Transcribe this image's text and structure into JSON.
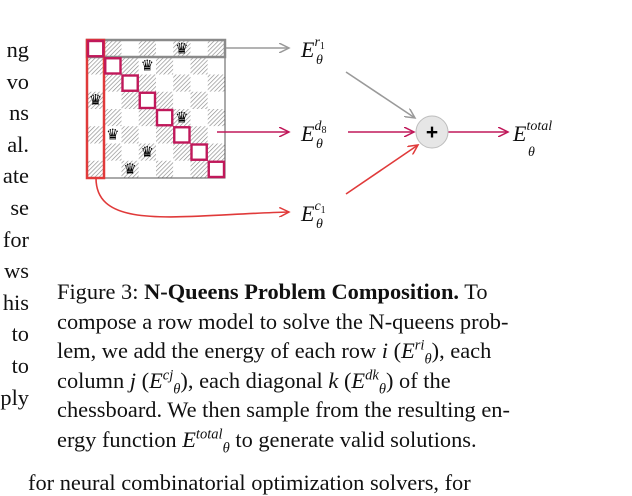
{
  "left_column": [
    "ng",
    "vo",
    "ns",
    "al.",
    "ate",
    "se",
    "for",
    "ws",
    "his",
    "to",
    "to",
    "ply"
  ],
  "diagram": {
    "plus_symbol": "+",
    "row_energy": {
      "base": "E",
      "sub": "θ",
      "sup": "r",
      "sup_sub": "1"
    },
    "diag_energy": {
      "base": "E",
      "sub": "θ",
      "sup": "d",
      "sup_sub": "8"
    },
    "col_energy": {
      "base": "E",
      "sub": "θ",
      "sup": "c",
      "sup_sub": "1"
    },
    "total_energy": {
      "base": "E",
      "sub": "θ",
      "sup": "total"
    },
    "colors": {
      "row_arrow": "#9a9a9a",
      "diag": "#c0185a",
      "col": "#e03a3a",
      "plus_fill": "#e6e6e6"
    }
  },
  "caption": {
    "fig_label": "Figure 3:",
    "bold_title": "N-Queens Problem Composition.",
    "l1_tail": "To",
    "l2": "compose a row model to solve the N-queens prob-",
    "l3_a": "lem, we add the energy of each row",
    "var_i": "i",
    "e_ri": {
      "base": "E",
      "sub": "θ",
      "sup": "ri"
    },
    "l3_b": "), each",
    "l4_a": "column",
    "var_j": "j",
    "e_cj": {
      "base": "E",
      "sub": "θ",
      "sup": "cj"
    },
    "l4_b": "), each diagonal",
    "var_k": "k",
    "e_dk": {
      "base": "E",
      "sub": "θ",
      "sup": "dk"
    },
    "l4_c": ") of the",
    "l5": "chessboard. We then sample from the resulting en-",
    "l6_a": "ergy function",
    "e_total": {
      "base": "E",
      "sub": "θ",
      "sup": "total"
    },
    "l6_b": "to generate valid solutions."
  },
  "bottom_text": "for neural combinatorial optimization solvers, for"
}
